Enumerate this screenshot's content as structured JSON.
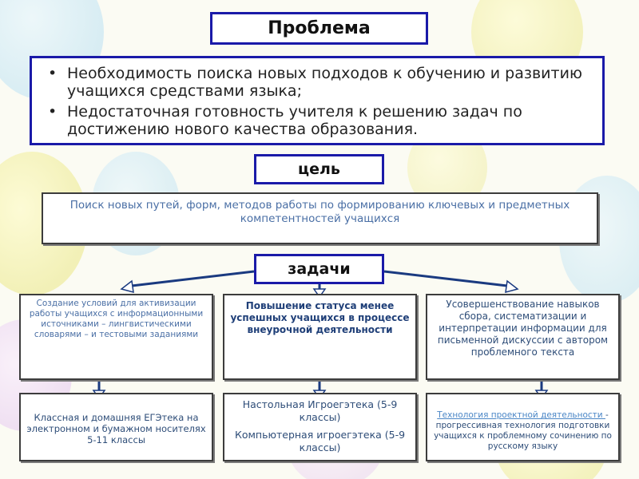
{
  "problem": {
    "title": "Проблема",
    "items": [
      "Необходимость поиска новых подходов к обучению и развитию учащихся средствами языка;",
      "Недостаточная готовность учителя к решению задач по достижению нового качества образования."
    ]
  },
  "goal": {
    "title": "цель",
    "text": "Поиск новых путей, форм, методов работы по формированию ключевых и предметных компетентностей учащихся"
  },
  "tasks": {
    "title": "задачи",
    "items": [
      "Создание условий для активизации работы учащихся с информационными источниками – лингвистическими словарями – и тестовыми заданиями",
      "Повышение статуса менее успешных учащихся в процессе внеурочной деятельности",
      "Усовершенствование навыков сбора, систематизации и интерпретации информации для письменной дискуссии с автором проблемного текста"
    ]
  },
  "results": {
    "item1": "Классная и домашняя ЕГЭтека на электронном и бумажном носителях 5-11 классы",
    "item2_line1": "Настольная Игроегэтека (5-9 классы)",
    "item2_line2": "Компьютерная игроегэтека (5-9 классы)",
    "item3_link": "Технология проектной деятельности ",
    "item3_text": "- прогрессивная технология подготовки учащихся к проблемному сочинению по русскому языку"
  },
  "colors": {
    "frame_blue": "#1a1aa8",
    "arrow_blue": "#1a3a80",
    "text_blue": "#2e4d78"
  }
}
